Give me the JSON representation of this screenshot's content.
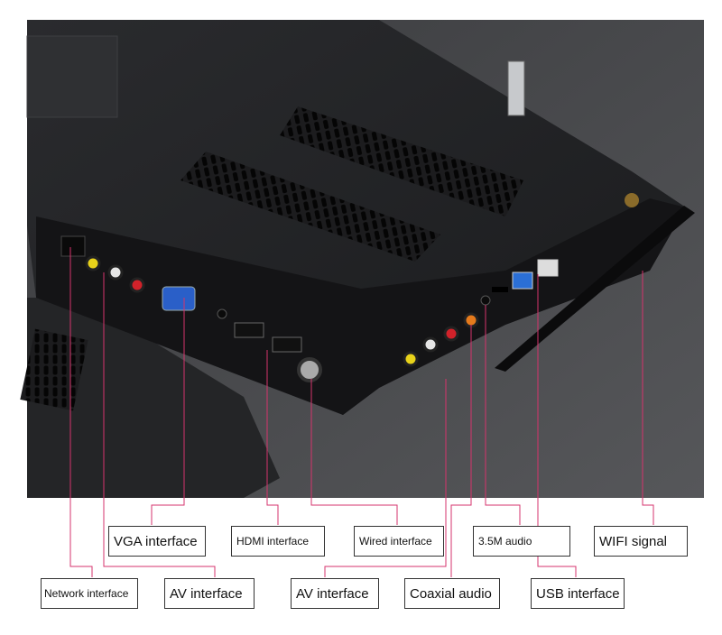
{
  "figure": {
    "subject": "TV rear panel product photo",
    "accent_line_color": "#d6336c",
    "labels": {
      "vga": "VGA interface",
      "hdmi": "HDMI interface",
      "wired": "Wired interface",
      "audio35": "3.5M audio",
      "wifi": "WIFI signal",
      "network": "Network interface",
      "av_left": "AV interface",
      "av_right": "AV interface",
      "coaxial": "Coaxial audio",
      "usb": "USB interface"
    }
  }
}
